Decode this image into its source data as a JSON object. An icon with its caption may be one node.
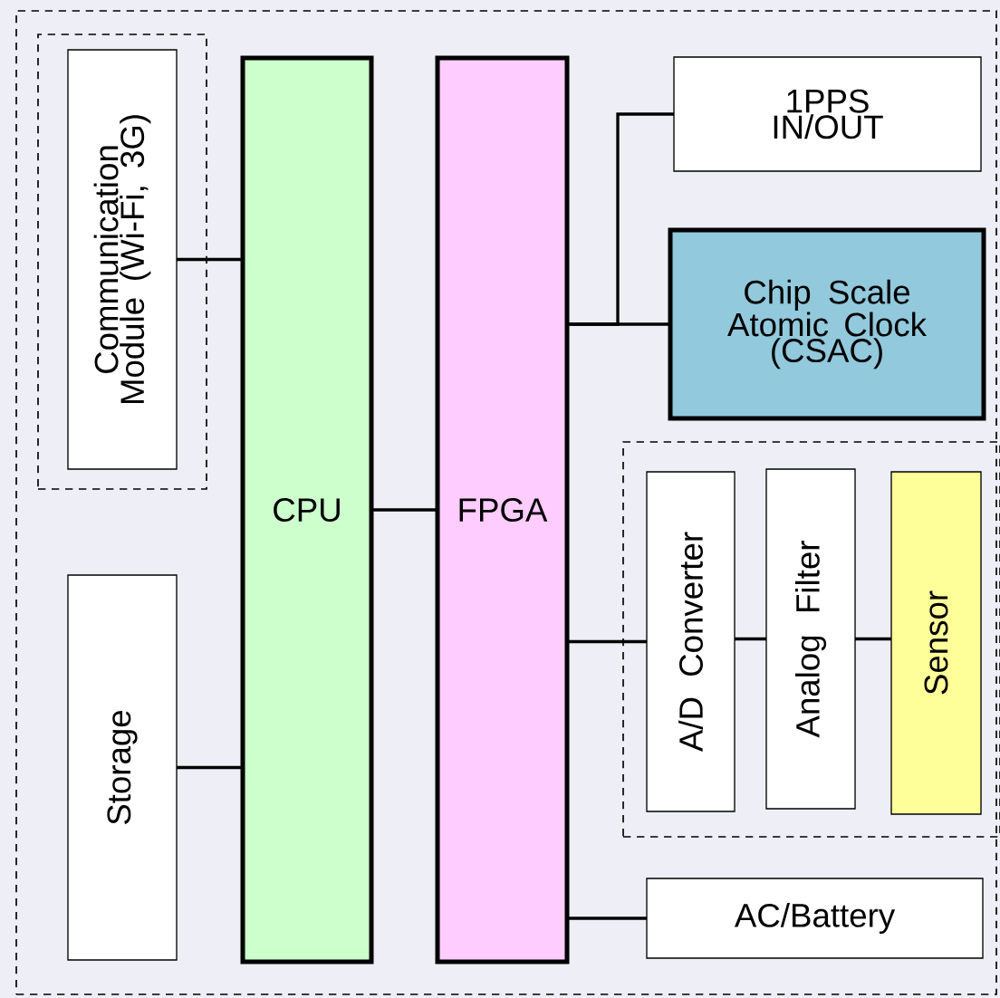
{
  "diagram": {
    "nodes": [
      {
        "text": [],
        "shape": "box"
      },
      {
        "text": [],
        "shape": "box",
        "in": 0
      },
      {
        "text": [
          "Communication Module (Wi-Fi, 3G)"
        ],
        "in": 1
      },
      {
        "text": [
          "CPU"
        ],
        "in": 0
      },
      {
        "text": [
          "FPGA"
        ],
        "in": 0
      },
      {
        "text": [
          "1PPS IN/OUT"
        ],
        "in": 0
      },
      {
        "text": [
          "Chip Scale Atomic Clock (CSAC)"
        ],
        "in": 0
      },
      {
        "text": [],
        "shape": "box",
        "in": 0
      },
      {
        "text": [
          "A/D Converter"
        ],
        "in": 7
      },
      {
        "text": [
          "Analog Filter"
        ],
        "in": 7
      },
      {
        "text": [
          "Sensor"
        ],
        "in": 7
      },
      {
        "text": [
          "Storage"
        ],
        "in": 0
      },
      {
        "text": [
          "AC/Battery"
        ],
        "in": 0
      }
    ],
    "edges": [
      {
        "from": 2,
        "to": 3,
        "arrow": "none"
      },
      {
        "from": 11,
        "to": 3,
        "arrow": "none"
      },
      {
        "from": 3,
        "to": 4,
        "arrow": "none"
      },
      {
        "from": 4,
        "to": 5,
        "arrow": "none"
      },
      {
        "from": 4,
        "to": 6,
        "arrow": "none"
      },
      {
        "from": 4,
        "to": 8,
        "arrow": "none"
      },
      {
        "from": 8,
        "to": 9,
        "arrow": "none"
      },
      {
        "from": 9,
        "to": 10,
        "arrow": "none"
      },
      {
        "from": 4,
        "to": 12,
        "arrow": "none"
      }
    ]
  }
}
